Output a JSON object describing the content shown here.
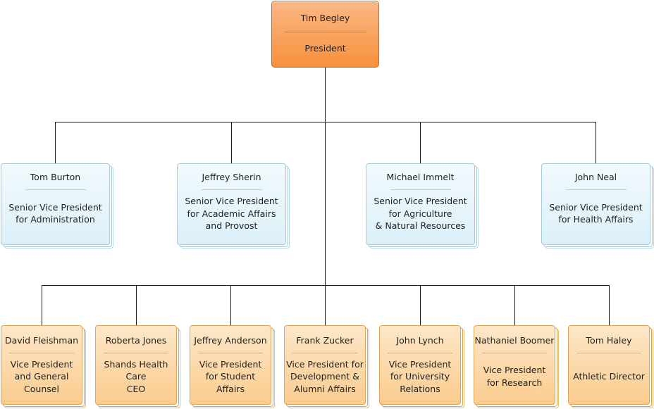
{
  "president": {
    "name": "Tim Begley",
    "title": "President"
  },
  "senior_vps": [
    {
      "name": "Tom Burton",
      "title": "Senior Vice President\nfor Administration"
    },
    {
      "name": "Jeffrey Sherin",
      "title": "Senior Vice President\nfor Academic Affairs\nand Provost"
    },
    {
      "name": "Michael Immelt",
      "title": "Senior Vice President\nfor Agriculture\n& Natural Resources"
    },
    {
      "name": "John Neal",
      "title": "Senior Vice President\nfor Health Affairs"
    }
  ],
  "vps": [
    {
      "name": "David Fleishman",
      "title": "Vice President\nand General\nCounsel"
    },
    {
      "name": "Roberta Jones",
      "title": "Shands Health\nCare\nCEO"
    },
    {
      "name": "Jeffrey Anderson",
      "title": "Vice President\nfor Student\nAffairs"
    },
    {
      "name": "Frank Zucker",
      "title": "Vice President for\nDevelopment &\nAlumni Affairs"
    },
    {
      "name": "John Lynch",
      "title": "Vice President\nfor University\nRelations"
    },
    {
      "name": "Nathaniel Boomer",
      "title": "Vice President\nfor Research"
    },
    {
      "name": "Tom Haley",
      "title": "Athletic Director"
    }
  ],
  "colors": {
    "president_fill": "#f7903c",
    "senior_vp_fill": "#dcf0f9",
    "vp_fill": "#fbcc8e",
    "connector": "#1a1a1a"
  }
}
